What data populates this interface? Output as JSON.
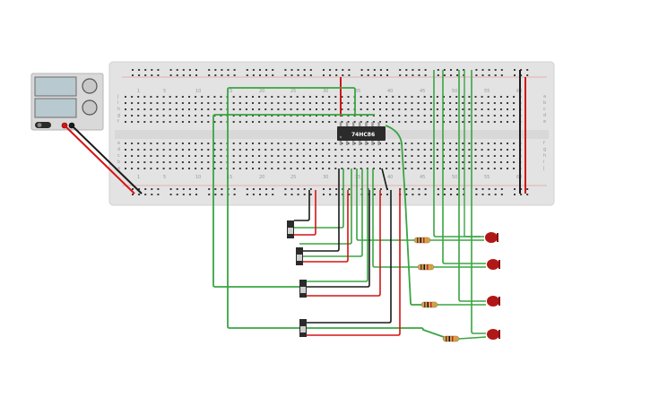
{
  "chip": {
    "label": "74HC86"
  },
  "breadboard": {
    "row_letters_left": [
      "j",
      "i",
      "h",
      "g",
      "f",
      "e",
      "d",
      "c",
      "b",
      "a"
    ],
    "row_letters_right": [
      "a",
      "b",
      "c",
      "d",
      "e",
      "f",
      "g",
      "h",
      "i",
      "j"
    ],
    "column_numbers": [
      "1",
      "5",
      "10",
      "15",
      "20",
      "25",
      "30",
      "35",
      "40",
      "45",
      "50",
      "55",
      "60"
    ]
  },
  "power_supply": {
    "display_1": "",
    "display_2": "",
    "minus_label": "",
    "plus_label": ""
  },
  "components": {
    "switch_count": 4,
    "resistor_count": 4,
    "led_count": 4,
    "led_color": "#b01818"
  },
  "colors": {
    "breadboard": "#e3e3e3",
    "wire_green": "#3aa542",
    "wire_red": "#d41515",
    "wire_black": "#1a1a1a",
    "chip_body": "#2b2b2b"
  }
}
